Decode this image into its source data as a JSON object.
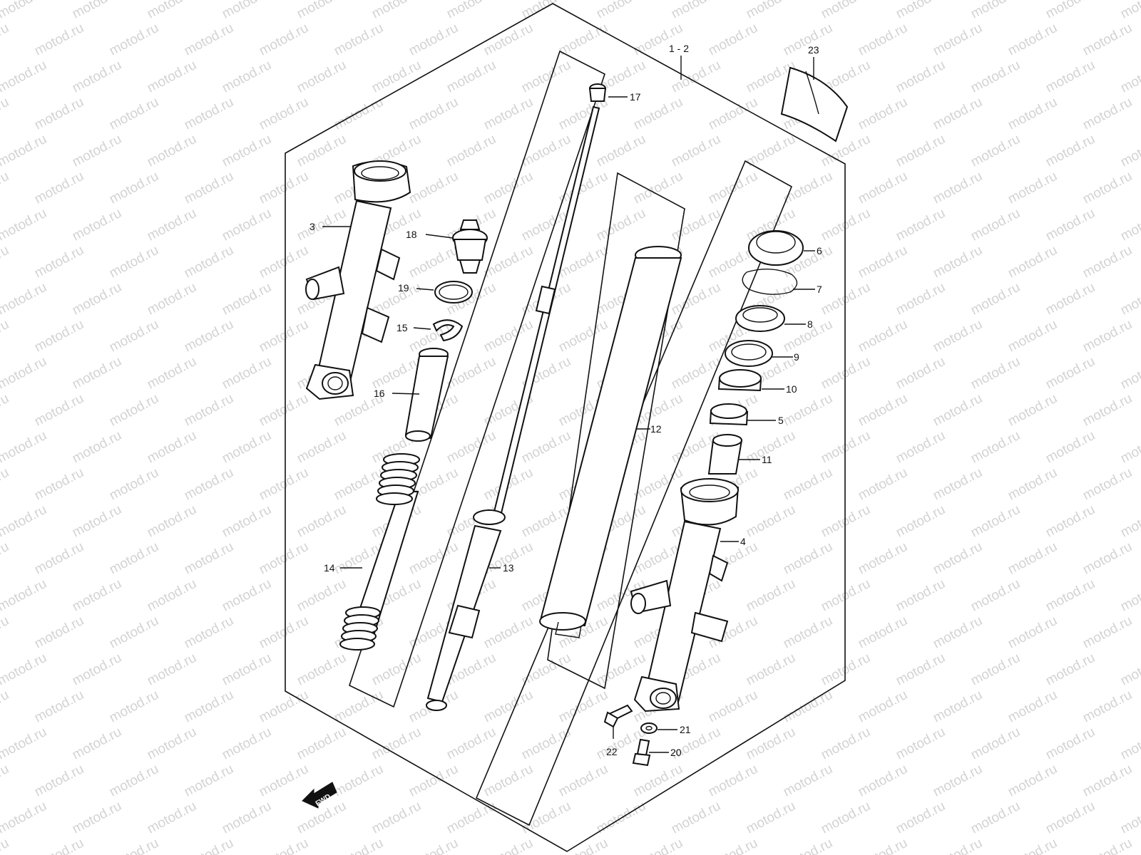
{
  "watermark": "motod.ru",
  "assembly_label": "1 - 2",
  "fwd_label": "FWD",
  "callouts": {
    "p3": "3",
    "p4": "4",
    "p5": "5",
    "p6": "6",
    "p7": "7",
    "p8": "8",
    "p9": "9",
    "p10": "10",
    "p11": "11",
    "p12": "12",
    "p13": "13",
    "p14": "14",
    "p15": "15",
    "p16": "16",
    "p17": "17",
    "p18": "18",
    "p19": "19",
    "p20": "20",
    "p21": "21",
    "p22": "22",
    "p23": "23"
  }
}
